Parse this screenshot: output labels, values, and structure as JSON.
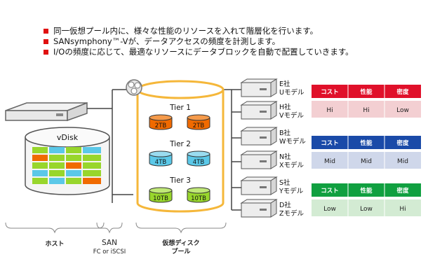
{
  "bullets": [
    "同一仮想プール内に、様々な性能のリソースを入れて階層化を行います。",
    "SANsymphony™-Vが、データアクセスの頻度を計測します。",
    "I/Oの頻度に応じて、最適なリソースにデータブロックを自動で配置していきます。"
  ],
  "host": {
    "disk_label": "vDisk",
    "caption": "ホスト"
  },
  "san": {
    "caption": "SAN",
    "subcaption": "FC or iSCSI"
  },
  "pool": {
    "caption_line1": "仮想ディスク",
    "caption_line2": "プール",
    "tiers": [
      {
        "name": "Tier 1",
        "disk1": "2TB",
        "disk2": "2TB",
        "color": "#f06a00"
      },
      {
        "name": "Tier 2",
        "disk1": "4TB",
        "disk2": "4TB",
        "color": "#5bc8e8"
      },
      {
        "name": "Tier 3",
        "disk1": "10TB",
        "disk2": "10TB",
        "color": "#98d62c"
      }
    ]
  },
  "vendors": [
    {
      "line1": "E社",
      "line2": "Uモデル"
    },
    {
      "line1": "H社",
      "line2": "Vモデル"
    },
    {
      "line1": "B社",
      "line2": "Wモデル"
    },
    {
      "line1": "N社",
      "line2": "Xモデル"
    },
    {
      "line1": "S社",
      "line2": "Yモデル"
    },
    {
      "line1": "D社",
      "line2": "Zモデル"
    }
  ],
  "tables": [
    {
      "headers": [
        "コスト",
        "性能",
        "密度"
      ],
      "values": [
        "Hi",
        "Hi",
        "Low"
      ],
      "header_color": "#e0102a",
      "cell_color": "#f3cfd2"
    },
    {
      "headers": [
        "コスト",
        "性能",
        "密度"
      ],
      "values": [
        "Mid",
        "Mid",
        "Mid"
      ],
      "header_color": "#1a4aa8",
      "cell_color": "#cfd7ea"
    },
    {
      "headers": [
        "コスト",
        "性能",
        "密度"
      ],
      "values": [
        "Low",
        "Low",
        "Hi"
      ],
      "header_color": "#10a040",
      "cell_color": "#d3ebd3"
    }
  ]
}
